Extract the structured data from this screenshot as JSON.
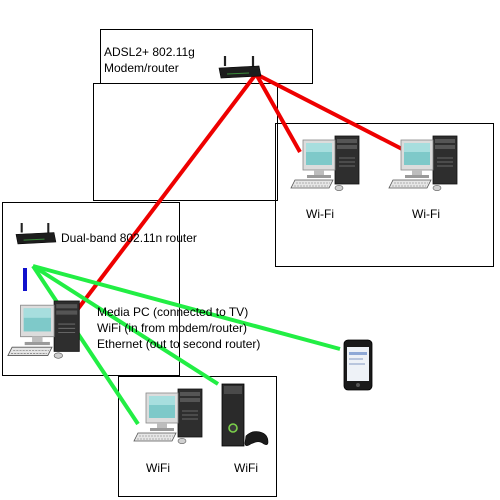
{
  "modem_label": {
    "line1": "ADSL2+ 802.11g",
    "line2": "Modem/router"
  },
  "router_label": "Dual-band 802.11n router",
  "media_pc_label": {
    "line1": "Media PC (connected to TV)",
    "line2": "WiFi (in from modem/router)",
    "line3": "Ethernet (out to second router)"
  },
  "top_right_pcs": [
    {
      "label": "Wi-Fi"
    },
    {
      "label": "Wi-Fi"
    }
  ],
  "bottom_devices": [
    {
      "label": "WiFi",
      "kind": "pc"
    },
    {
      "label": "WiFi",
      "kind": "xbox-console"
    }
  ],
  "link_colors": {
    "modem_wifi": "#ee0000",
    "router_wifi": "#22ee44",
    "ethernet": "#1111cc"
  }
}
